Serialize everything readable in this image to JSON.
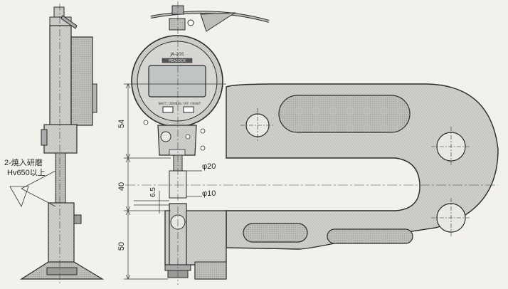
{
  "annotations": {
    "hardened_note_line1": "2-焼入研磨",
    "hardened_note_line2": "Hv650以上"
  },
  "dimensions": {
    "upper_height": "54",
    "throat_height": "40",
    "lower_height": "50",
    "offset": "6.5",
    "anvil_diameter": "φ20",
    "spindle_diameter": "φ10"
  },
  "gauge": {
    "model": "JA-20S",
    "brand": "PEACOCK",
    "button_left": "SHIFT / ZERO",
    "button_right": "ON / OFF / RESET"
  },
  "colors": {
    "frame_fill": "#c9c9c6",
    "frame_stroke": "#2b2b2b",
    "paper": "#f2f1ec",
    "display": "#bfc4c4"
  }
}
